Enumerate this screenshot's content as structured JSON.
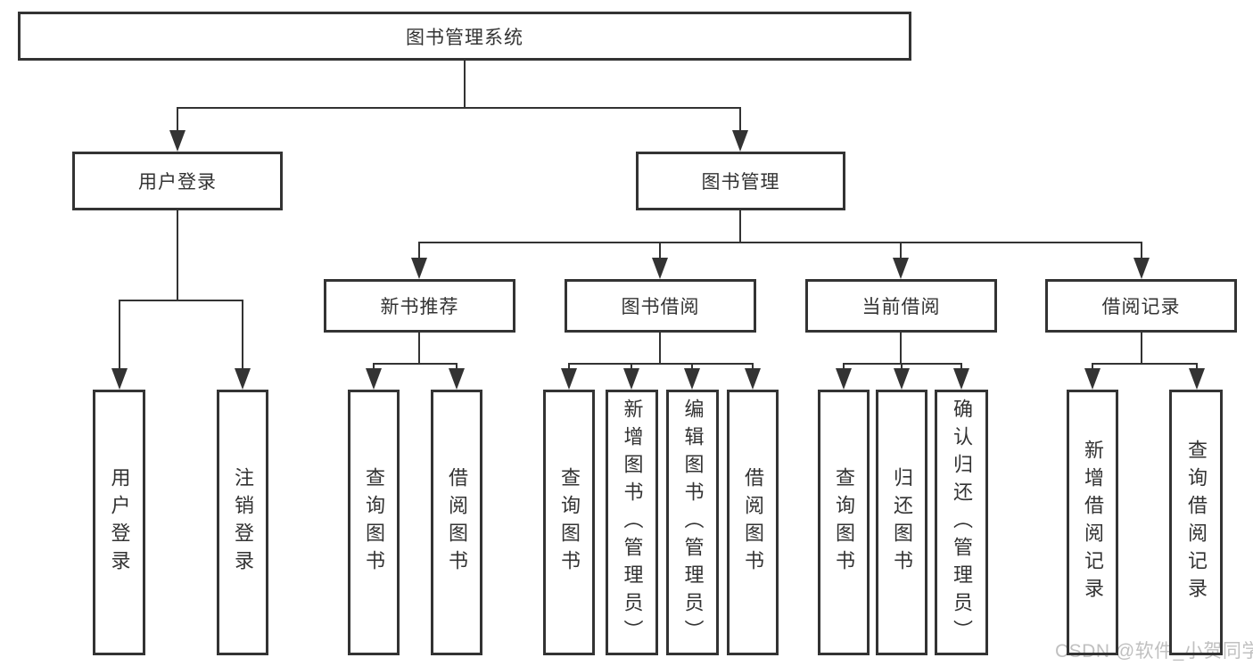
{
  "nodes": {
    "root": "图书管理系统",
    "level2": {
      "user_login": "用户登录",
      "book_management": "图书管理"
    },
    "level3": {
      "new_book": "新书推荐",
      "borrow": "图书借阅",
      "current": "当前借阅",
      "records": "借阅记录"
    },
    "leaves": {
      "user_login_login": "用户登录",
      "user_login_logout": "注销登录",
      "new_book_query": "查询图书",
      "new_book_borrow": "借阅图书",
      "borrow_query": "查询图书",
      "borrow_add": "新增图书（管理员）",
      "borrow_edit": "编辑图书（管理员）",
      "borrow_borrow": "借阅图书",
      "current_query": "查询图书",
      "current_return": "归还图书",
      "current_confirm": "确认归还（管理员）",
      "records_add": "新增借阅记录",
      "records_query": "查询借阅记录"
    }
  },
  "watermark": {
    "text": "CSDN @软件_小贺同学"
  },
  "colors": {
    "line": "#333333",
    "text": "#333333",
    "background": "#ffffff",
    "watermark": "#c0c0c0"
  }
}
